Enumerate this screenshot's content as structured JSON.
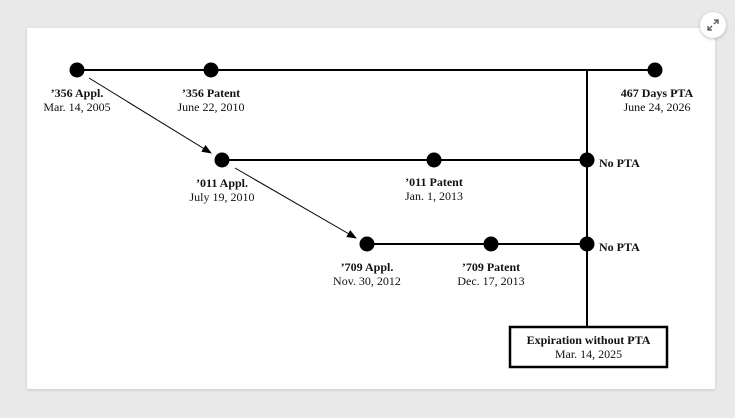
{
  "viewer": {
    "expand_icon": "expand-icon"
  },
  "diagram": {
    "nodes": {
      "appl356": {
        "title": "’356 Appl.",
        "date": "Mar. 14, 2005"
      },
      "patent356": {
        "title": "’356 Patent",
        "date": "June 22, 2010"
      },
      "pta356": {
        "title": "467 Days PTA",
        "date": "June 24, 2026"
      },
      "appl011": {
        "title": "’011 Appl.",
        "date": "July 19, 2010"
      },
      "patent011": {
        "title": "’011 Patent",
        "date": "Jan. 1, 2013"
      },
      "pta011": {
        "title": "No PTA"
      },
      "appl709": {
        "title": "’709 Appl.",
        "date": "Nov. 30, 2012"
      },
      "patent709": {
        "title": "’709 Patent",
        "date": "Dec. 17, 2013"
      },
      "pta709": {
        "title": "No PTA"
      }
    },
    "expiration_box": {
      "title": "Expiration without PTA",
      "date": "Mar. 14, 2025"
    }
  }
}
